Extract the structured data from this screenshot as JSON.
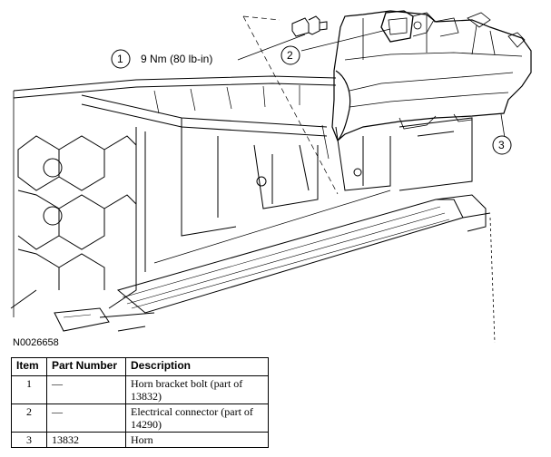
{
  "figure": {
    "id": "N0026658",
    "callouts": [
      {
        "number": "1",
        "label": "9 Nm (80 lb-in)"
      },
      {
        "number": "2",
        "label": ""
      },
      {
        "number": "3",
        "label": ""
      }
    ]
  },
  "table": {
    "headers": {
      "item": "Item",
      "part_number": "Part Number",
      "description": "Description"
    },
    "rows": [
      {
        "item": "1",
        "part_number": "—",
        "description": "Horn bracket bolt (part of 13832)"
      },
      {
        "item": "2",
        "part_number": "—",
        "description": "Electrical connector (part of 14290)"
      },
      {
        "item": "3",
        "part_number": "13832",
        "description": "Horn"
      }
    ]
  }
}
